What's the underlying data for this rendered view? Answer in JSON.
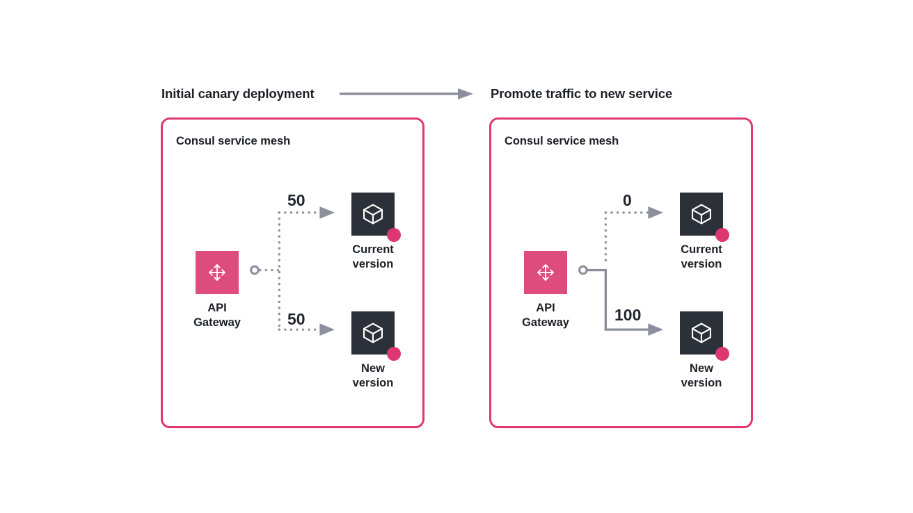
{
  "diagram": {
    "title_flow_icon": "arrow-right-icon",
    "colors": {
      "accent_pink_border": "#e0386f",
      "gateway_pink": "#dd4c7d",
      "status_dot_pink": "#dc3771",
      "service_dark": "#2c3039",
      "edge_gray": "#8c8f9c",
      "text_dark": "#1c1f26"
    },
    "stages": [
      {
        "id": "initial",
        "heading": "Initial canary deployment",
        "panel_label": "Consul service mesh",
        "gateway": {
          "label": "API\nGateway",
          "icon": "move-arrows-icon"
        },
        "services": [
          {
            "id": "current",
            "label": "Current\nversion",
            "icon": "cube-icon",
            "weight": "50",
            "edge_style": "dotted"
          },
          {
            "id": "new",
            "label": "New\nversion",
            "icon": "cube-icon",
            "weight": "50",
            "edge_style": "dotted"
          }
        ]
      },
      {
        "id": "promoted",
        "heading": "Promote traffic to new service",
        "panel_label": "Consul service mesh",
        "gateway": {
          "label": "API\nGateway",
          "icon": "move-arrows-icon"
        },
        "services": [
          {
            "id": "current",
            "label": "Current\nversion",
            "icon": "cube-icon",
            "weight": "0",
            "edge_style": "dotted"
          },
          {
            "id": "new",
            "label": "New\nversion",
            "icon": "cube-icon",
            "weight": "100",
            "edge_style": "solid"
          }
        ]
      }
    ]
  }
}
